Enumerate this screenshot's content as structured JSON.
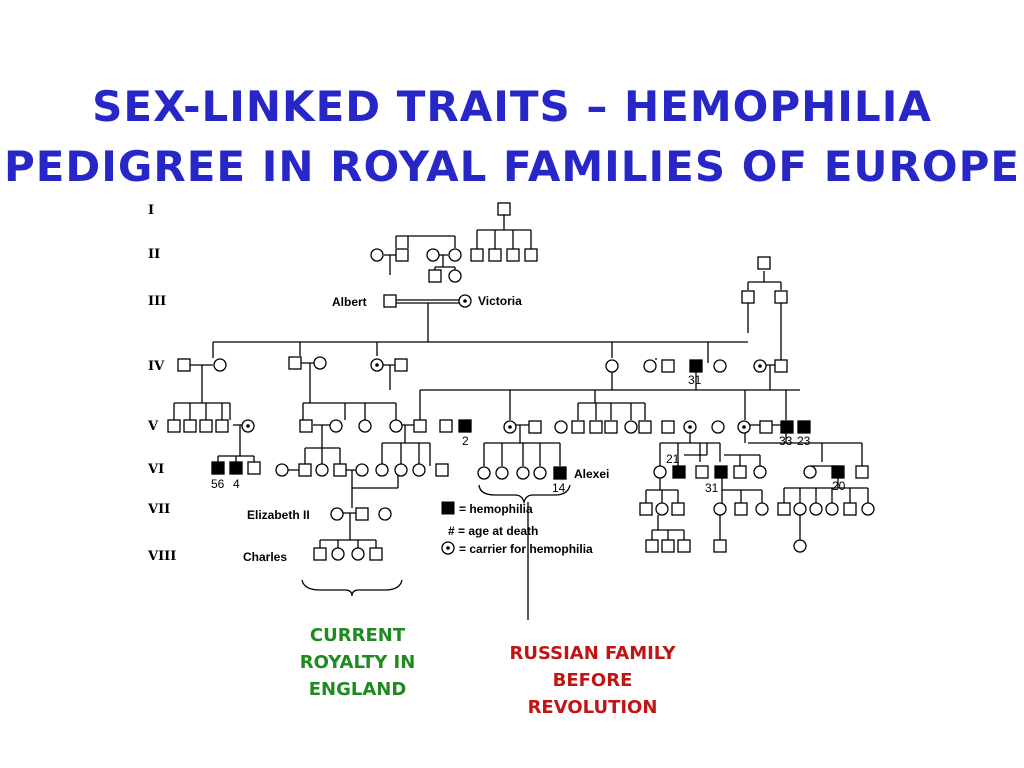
{
  "title": {
    "line1": "SEX-LINKED TRAITS – HEMOPHILIA",
    "line2": "PEDIGREE IN ROYAL FAMILIES OF EUROPE",
    "color": "#2727c8"
  },
  "generations": [
    "I",
    "II",
    "III",
    "IV",
    "V",
    "VI",
    "VII",
    "VIII"
  ],
  "names": {
    "albert": "Albert",
    "victoria": "Victoria",
    "alexei": "Alexei",
    "elizabeth": "Elizabeth II",
    "charles": "Charles"
  },
  "ages": [
    "31",
    "2",
    "33",
    "23",
    "56",
    "4",
    "14",
    "21",
    "31",
    "20"
  ],
  "legend": {
    "affected_label": "= hemophilia",
    "age_label": "# = age at death",
    "carrier_label": "= carrier for hemophilia"
  },
  "captions": {
    "england": "CURRENT ROYALTY IN ENGLAND",
    "russia": "RUSSIAN FAMILY BEFORE REVOLUTION"
  },
  "colors": {
    "england_caption": "#1f8a1f",
    "russia_caption": "#c01515",
    "affected_fill": "#000000"
  }
}
